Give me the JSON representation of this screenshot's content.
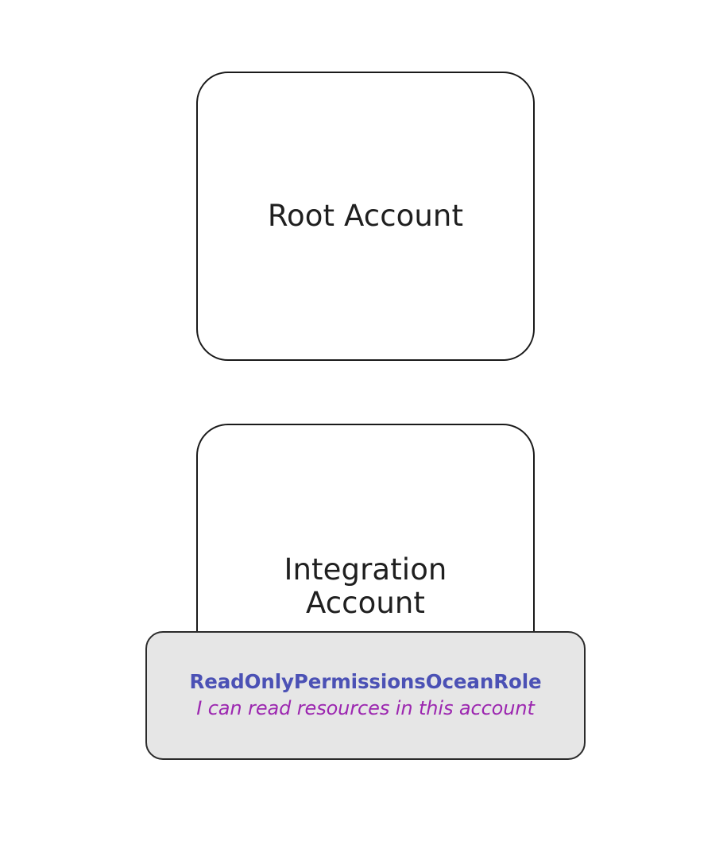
{
  "diagram": {
    "background_color": "#ffffff",
    "nodes": {
      "root_account": {
        "label": "Root Account",
        "fill_color": "#ffffff",
        "border_color": "#1a1a1a",
        "text_color": "#1f1f1f"
      },
      "integration_account": {
        "label": "Integration\nAccount",
        "fill_color": "#ffffff",
        "border_color": "#1a1a1a",
        "text_color": "#1f1f1f"
      },
      "role_card": {
        "role_name": "ReadOnlyPermissionsOceanRole",
        "description": "I can read resources in this account",
        "fill_color": "#e6e6e6",
        "border_color": "#2b2b2b",
        "role_name_color": "#4b51b5",
        "description_color": "#9c27b0"
      }
    }
  }
}
